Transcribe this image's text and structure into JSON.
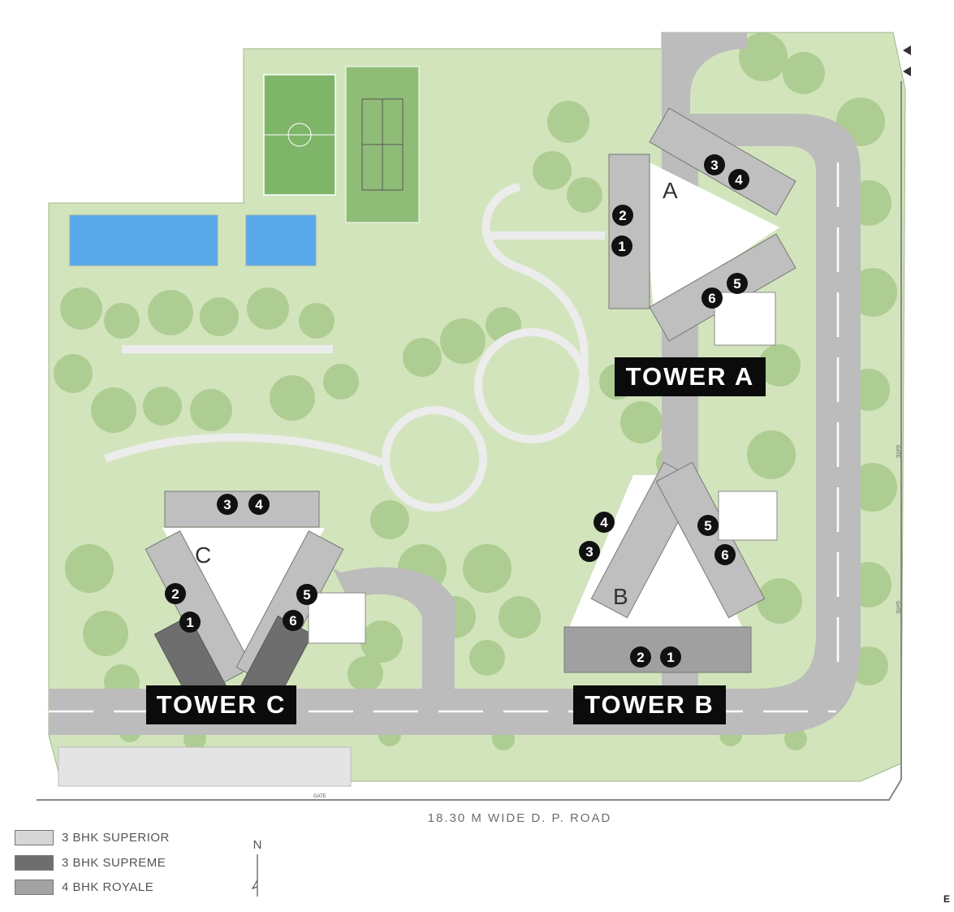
{
  "map": {
    "towers": [
      {
        "id": "A",
        "label": "TOWER A",
        "wing_letter": "A",
        "units": [
          "1",
          "2",
          "3",
          "4",
          "5",
          "6"
        ]
      },
      {
        "id": "B",
        "label": "TOWER B",
        "wing_letter": "B",
        "units": [
          "1",
          "2",
          "3",
          "4",
          "5",
          "6"
        ]
      },
      {
        "id": "C",
        "label": "TOWER C",
        "wing_letter": "C",
        "units": [
          "1",
          "2",
          "3",
          "4",
          "5",
          "6"
        ]
      }
    ],
    "road_label": "18.30 M WIDE D. P. ROAD",
    "gate_labels": [
      "GATE",
      "GATE",
      "GATE"
    ],
    "north_label": "N",
    "corner_letter": "E"
  },
  "legend": [
    {
      "label": "3 BHK SUPERIOR",
      "color": "#d6d6d6"
    },
    {
      "label": "3 BHK SUPREME",
      "color": "#6e6e6e"
    },
    {
      "label": "4 BHK ROYALE",
      "color": "#a3a3a3"
    }
  ],
  "colors": {
    "lawn": "#cfe3b7",
    "tree_canopy": "#a9c98c",
    "road": "#bdbdbd",
    "pool": "#5aa9ea",
    "sports_field": "#7fb569",
    "tower_label_bg": "#0b0b0b"
  }
}
